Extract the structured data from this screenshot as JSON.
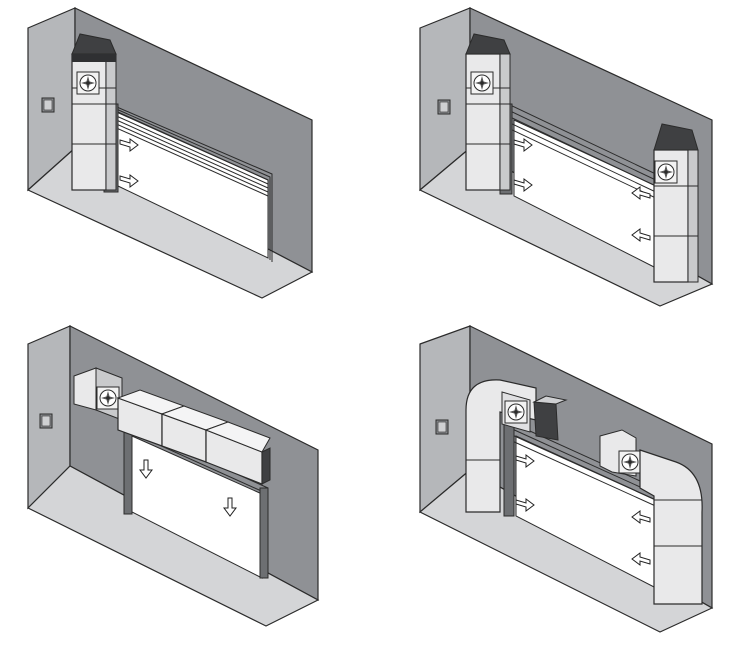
{
  "figure": {
    "panels": [
      {
        "id": "vertical-single",
        "unit_orientation": "vertical",
        "unit_count": 1,
        "air_direction": "right"
      },
      {
        "id": "vertical-double",
        "unit_orientation": "vertical",
        "unit_count": 2,
        "air_direction": "both-sides"
      },
      {
        "id": "horizontal-overhead",
        "unit_orientation": "horizontal",
        "unit_count": 1,
        "air_direction": "down"
      },
      {
        "id": "combined-vertical-horizontal",
        "unit_orientation": "mixed",
        "unit_count": 2,
        "air_direction": "both-sides"
      }
    ],
    "colors": {
      "wall": "#8f9195",
      "side_wall": "#b5b7ba",
      "floor": "#d4d5d7",
      "unit": "#e9e9ea",
      "unit_dark": "#3f4042",
      "outline": "#2b2b2b",
      "opening": "#ffffff"
    },
    "icons": [
      "wall-control-icon",
      "fan-icon",
      "airflow-arrow-icon"
    ]
  }
}
